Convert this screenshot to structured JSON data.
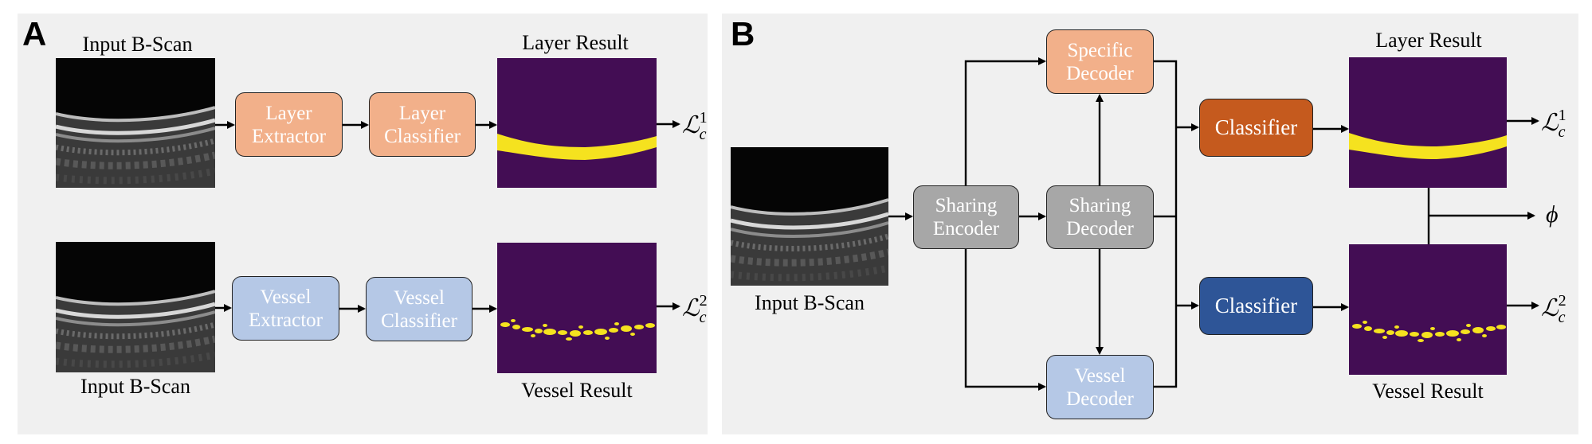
{
  "panels": {
    "a": {
      "label": "A",
      "top_input_caption": "Input B-Scan",
      "bottom_input_caption": "Input B-Scan",
      "layer_extractor": [
        "Layer",
        "Extractor"
      ],
      "layer_classifier": [
        "Layer",
        "Classifier"
      ],
      "vessel_extractor": [
        "Vessel",
        "Extractor"
      ],
      "vessel_classifier": [
        "Vessel",
        "Classifier"
      ],
      "layer_result_caption": "Layer Result",
      "vessel_result_caption": "Vessel Result",
      "loss_layer": {
        "script": "ℒ",
        "sub": "c",
        "sup": "1"
      },
      "loss_vessel": {
        "script": "ℒ",
        "sub": "c",
        "sup": "2"
      }
    },
    "b": {
      "label": "B",
      "input_caption": "Input B-Scan",
      "sharing_encoder": [
        "Sharing",
        "Encoder"
      ],
      "sharing_decoder": [
        "Sharing",
        "Decoder"
      ],
      "specific_decoder": [
        "Specific",
        "Decoder"
      ],
      "vessel_decoder": [
        "Vessel",
        "Decoder"
      ],
      "layer_classifier": "Classifier",
      "vessel_classifier": "Classifier",
      "layer_result_caption": "Layer Result",
      "vessel_result_caption": "Vessel Result",
      "loss_layer": {
        "script": "ℒ",
        "sub": "c",
        "sup": "1"
      },
      "loss_vessel": {
        "script": "ℒ",
        "sub": "c",
        "sup": "2"
      },
      "phi": "ϕ"
    }
  },
  "colors": {
    "panel_bg": "#f0f0f0",
    "layer_module": "#f2b08a",
    "vessel_module": "#b5c8e6",
    "sharing_module": "#a7a7a7",
    "layer_classifier_b": "#c55a1e",
    "vessel_classifier_b": "#2e5597",
    "seg_background": "#430d54",
    "seg_foreground": "#f5e21f"
  }
}
